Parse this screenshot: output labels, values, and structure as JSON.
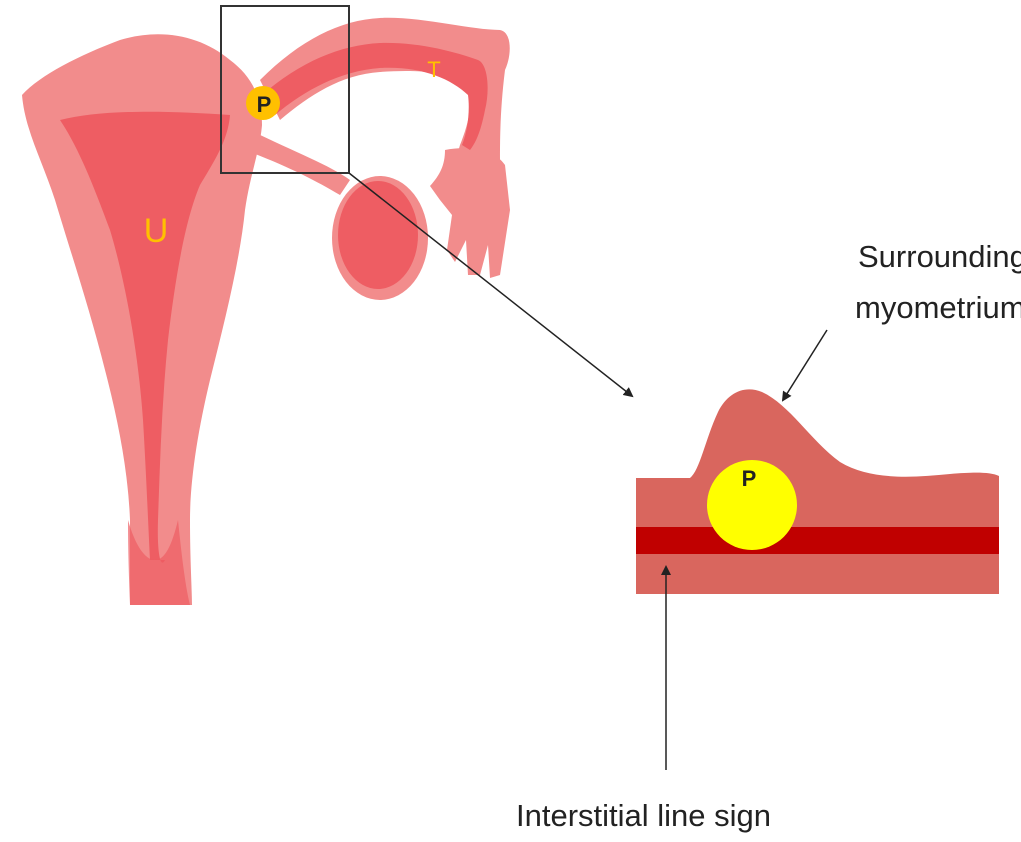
{
  "labels": {
    "uterus": "U",
    "tube": "T",
    "pregnancy_small": "P",
    "pregnancy_large": "P",
    "surrounding_line1": "Surrounding",
    "surrounding_line2": "myometrium",
    "interstitial": "Interstitial line sign"
  },
  "colors": {
    "organ_light": "#f28c8c",
    "organ_mid": "#ee5d63",
    "organ_outline": "#e97373",
    "myometrium": "#d9665e",
    "interstitial_line": "#c00000",
    "pregnancy_sac": "#ffff00",
    "label_yellow": "#ffc000",
    "arrow": "#222222",
    "zoom_box": "#333333"
  }
}
